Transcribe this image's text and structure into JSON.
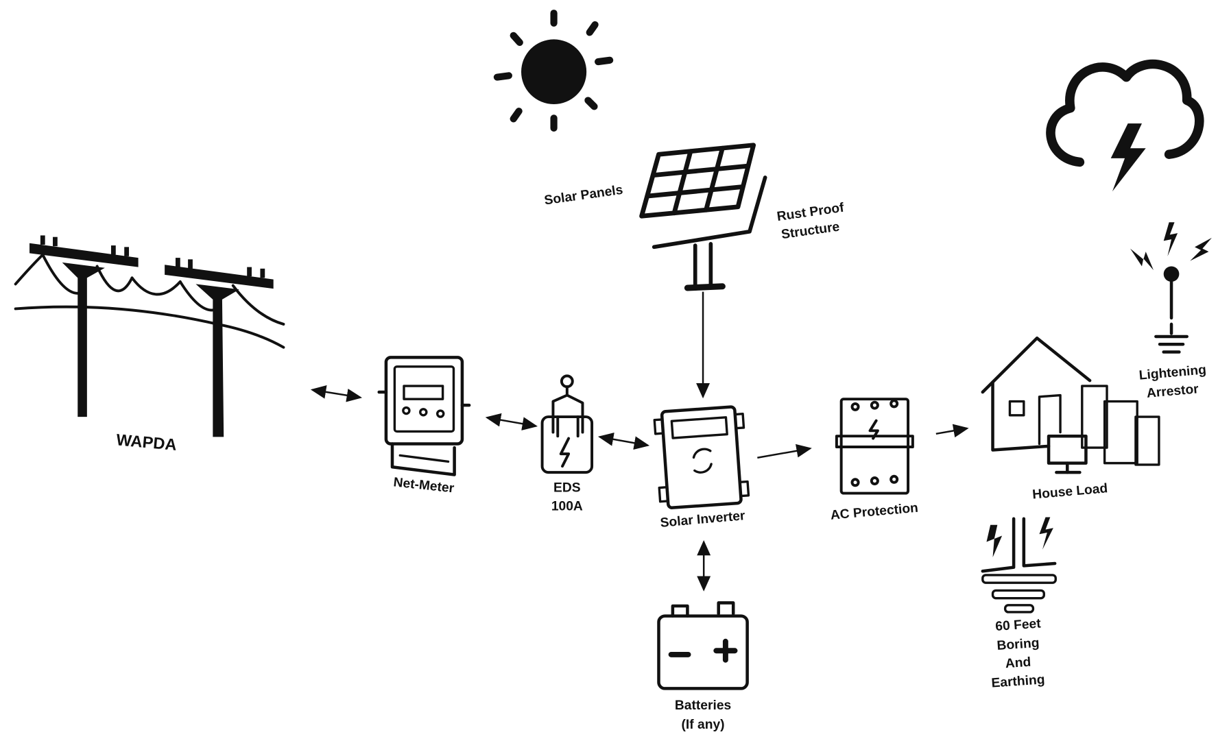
{
  "labels": {
    "grid": "WAPDA",
    "net_meter": "Net-Meter",
    "eds_line1": "EDS",
    "eds_line2": "100A",
    "solar_panels": "Solar Panels",
    "structure_line1": "Rust Proof",
    "structure_line2": "Structure",
    "inverter": "Solar Inverter",
    "batteries_line1": "Batteries",
    "batteries_line2": "(If any)",
    "ac_protection": "AC Protection",
    "house_load": "House Load",
    "arrestor_line1": "Lightening",
    "arrestor_line2": "Arrestor",
    "earthing_lines": [
      "60 Feet",
      "Boring",
      "And",
      "Earthing"
    ]
  },
  "colors": {
    "ink": "#111111",
    "background": "#ffffff"
  }
}
